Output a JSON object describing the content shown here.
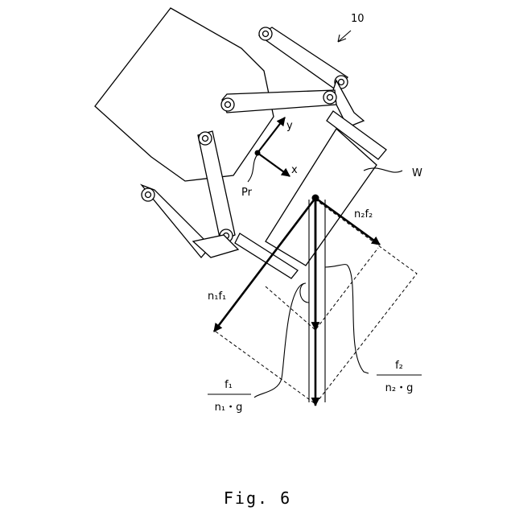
{
  "labels": {
    "ref_number": "10",
    "workpiece": "W",
    "reference_point": "Pr",
    "axis_x": "x",
    "axis_y": "y",
    "force1": "n₁f₁",
    "force2": "n₂f₂",
    "frac1_num": "f₁",
    "frac1_den": "n₁・g",
    "frac2_num": "f₂",
    "frac2_den": "n₂・g"
  },
  "caption": "Fig. 6"
}
